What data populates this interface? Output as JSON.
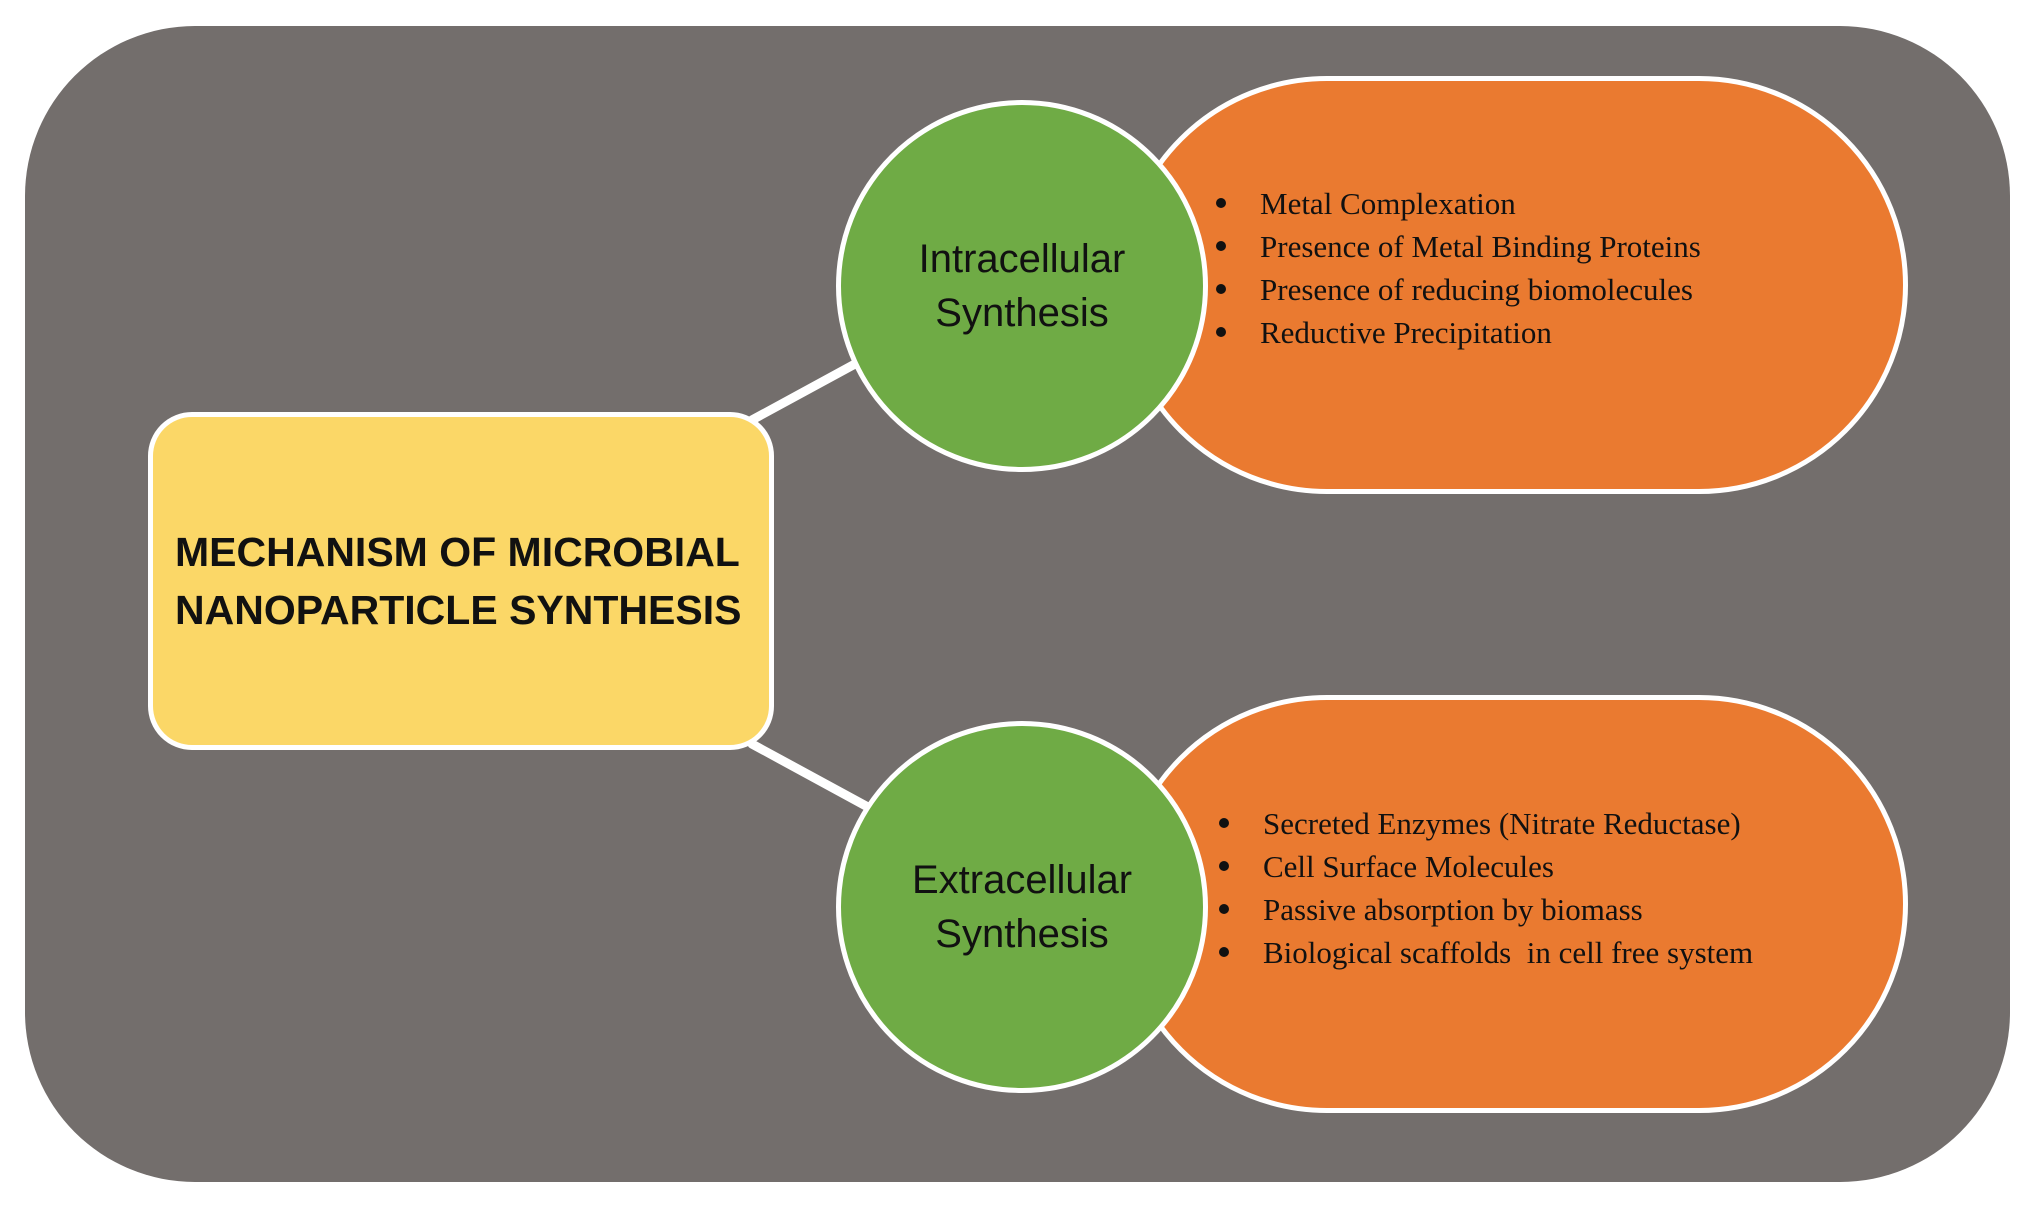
{
  "diagram": {
    "title_line1": "MECHANISM OF MICROBIAL",
    "title_line2": "NANOPARTICLE SYNTHESIS",
    "colors": {
      "background_panel": "#736e6c",
      "main_box": "#fbd767",
      "circle": "#6fab45",
      "pill": "#ea7a30",
      "outline": "#ffffff"
    },
    "branches": [
      {
        "label_line1": "Intracellular",
        "label_line2": "Synthesis",
        "items": [
          "Metal Complexation",
          "Presence of Metal Binding Proteins",
          "Presence of reducing biomolecules",
          "Reductive Precipitation"
        ]
      },
      {
        "label_line1": "Extracellular",
        "label_line2": "Synthesis",
        "items": [
          "Secreted Enzymes (Nitrate Reductase)",
          "Cell Surface Molecules",
          "Passive absorption by biomass",
          "Biological scaffolds  in cell free system"
        ]
      }
    ]
  }
}
